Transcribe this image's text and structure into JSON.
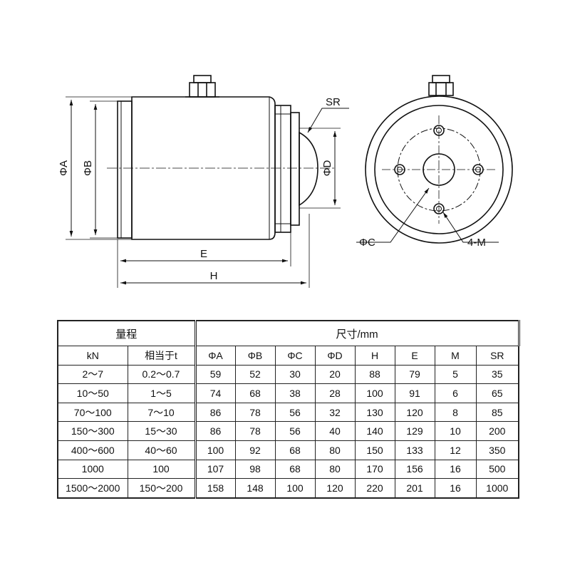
{
  "drawing": {
    "side_view": {
      "labels": {
        "phi_a": "ΦA",
        "phi_b": "ΦB",
        "phi_d": "ΦD",
        "sr": "SR",
        "e": "E",
        "h": "H"
      }
    },
    "end_view": {
      "labels": {
        "phi_c": "ΦC",
        "holes": "4-M"
      }
    }
  },
  "table": {
    "group_headers": {
      "range": "量程",
      "dimensions": "尺寸/mm"
    },
    "columns": [
      "kN",
      "相当于t",
      "ΦA",
      "ΦB",
      "ΦC",
      "ΦD",
      "H",
      "E",
      "M",
      "SR"
    ],
    "rows": [
      [
        "2～7",
        "0.2～0.7",
        "59",
        "52",
        "30",
        "20",
        "88",
        "79",
        "5",
        "35"
      ],
      [
        "10～50",
        "1～5",
        "74",
        "68",
        "38",
        "28",
        "100",
        "91",
        "6",
        "65"
      ],
      [
        "70～100",
        "7～10",
        "86",
        "78",
        "56",
        "32",
        "130",
        "120",
        "8",
        "85"
      ],
      [
        "150～300",
        "15～30",
        "86",
        "78",
        "56",
        "40",
        "140",
        "129",
        "10",
        "200"
      ],
      [
        "400～600",
        "40～60",
        "100",
        "92",
        "68",
        "80",
        "150",
        "133",
        "12",
        "350"
      ],
      [
        "1000",
        "100",
        "107",
        "98",
        "68",
        "80",
        "170",
        "156",
        "16",
        "500"
      ],
      [
        "1500～2000",
        "150～200",
        "158",
        "148",
        "100",
        "120",
        "220",
        "201",
        "16",
        "1000"
      ]
    ]
  }
}
